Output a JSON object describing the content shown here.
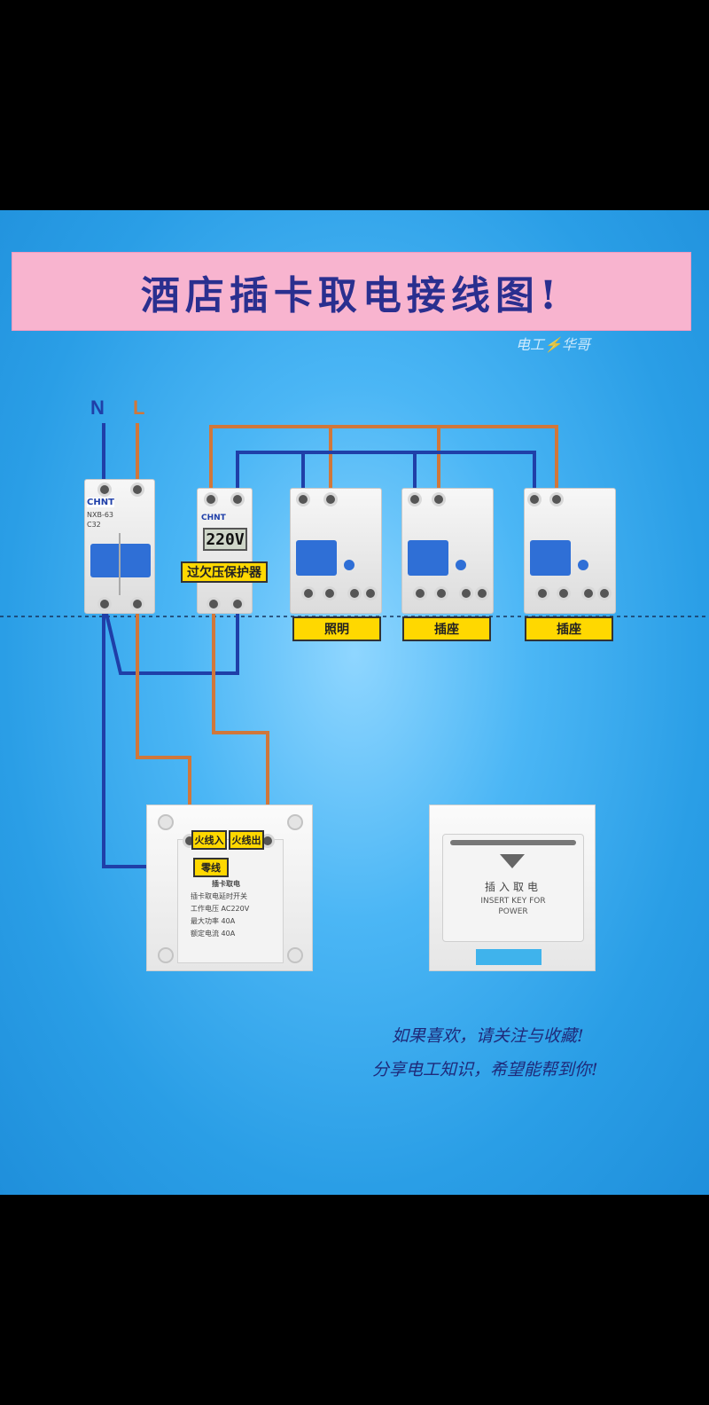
{
  "title": "酒店插卡取电接线图!",
  "watermark": "电工⚡华哥",
  "line_labels": {
    "neutral": "N",
    "live": "L"
  },
  "colors": {
    "neutral_wire": "#1f3fa8",
    "live_wire": "#d0773a",
    "tag": "#ffd800",
    "title_bg": "#f8b4cf",
    "title_text": "#2a2f8f"
  },
  "main_breaker": {
    "brand": "CHNT",
    "model": "NXB-63",
    "rating": "C32"
  },
  "protector": {
    "brand": "CHNT",
    "display": "220V",
    "label": "过欠压保护器"
  },
  "rcbo_tags": [
    "照明",
    "插座",
    "插座"
  ],
  "card_module": {
    "tags": {
      "live_in": "火线入",
      "live_out": "火线出",
      "neutral": "零线"
    },
    "title": "插卡取电",
    "specs": [
      "插卡取电延时开关",
      "工作电压  AC220V",
      "最大功率  40A",
      "额定电流  40A"
    ]
  },
  "card_slot": {
    "cn": "插入取电",
    "en_line1": "INSERT KEY FOR",
    "en_line2": "POWER"
  },
  "footer": {
    "line1": "如果喜欢，请关注与收藏!",
    "line2": "分享电工知识，希望能帮到你!"
  }
}
